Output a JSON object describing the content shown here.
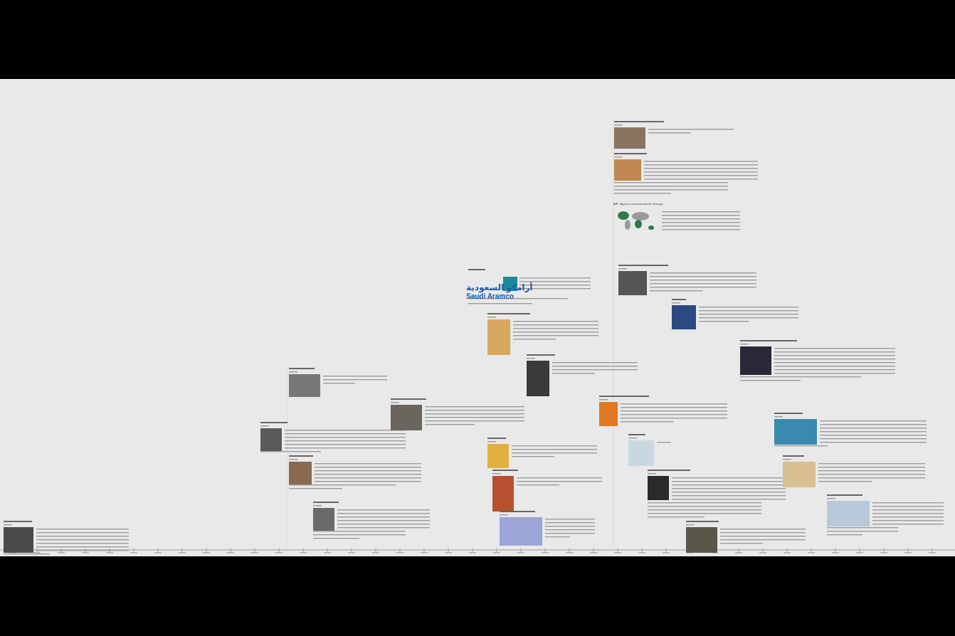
{
  "diagram": {
    "nodes": [
      {
        "text": [
          "أرامكو السعودية",
          "Saudi Aramco"
        ]
      },
      {
        "text": [
          "AIE : Agence internationale de l'énergie"
        ]
      }
    ]
  }
}
